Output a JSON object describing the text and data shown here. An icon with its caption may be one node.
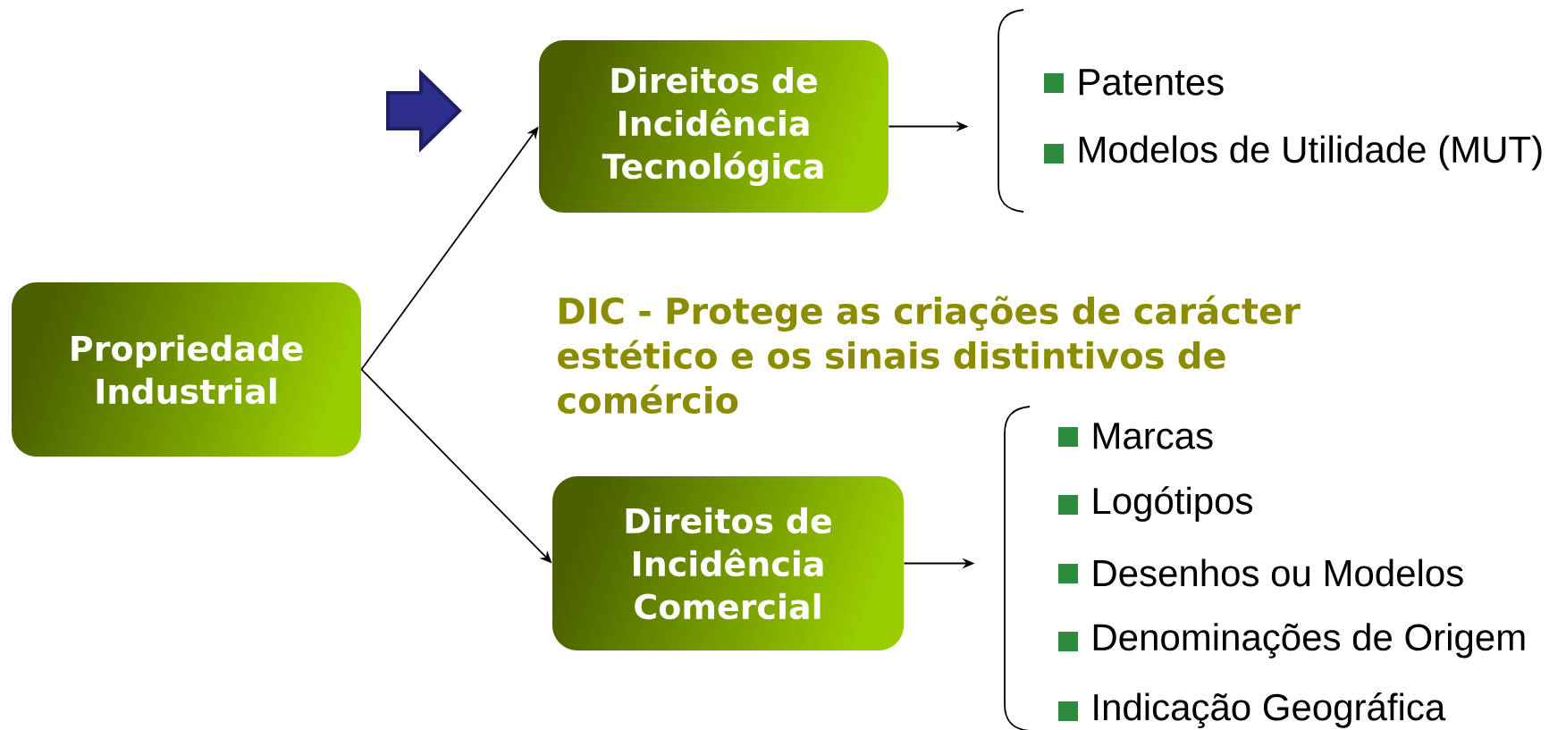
{
  "diagram": {
    "nodes": [
      {
        "text": [
          "Propriedade Industrial"
        ]
      },
      {
        "text": [
          "Direitos de Incidência Tecnológica"
        ]
      },
      {
        "text": [
          "Direitos de Incidência Comercial"
        ]
      },
      {
        "text": [
          "Patentes",
          "Modelos de Utilidade (MUT)"
        ]
      },
      {
        "text": [
          "Marcas",
          "Logótipos",
          "Desenhos ou Modelos",
          "Denominações de Origem",
          "Indicação Geográfica"
        ]
      }
    ],
    "edges": [
      {
        "from": 0,
        "to": 1,
        "arrow": "to"
      },
      {
        "from": 0,
        "to": 2,
        "arrow": "to"
      },
      {
        "from": 1,
        "to": 3,
        "arrow": "to"
      },
      {
        "from": 2,
        "to": 4,
        "arrow": "to"
      }
    ],
    "labels": [
      "DIC - Protege as criações de carácter estético e os sinais distintivos de comércio"
    ]
  }
}
